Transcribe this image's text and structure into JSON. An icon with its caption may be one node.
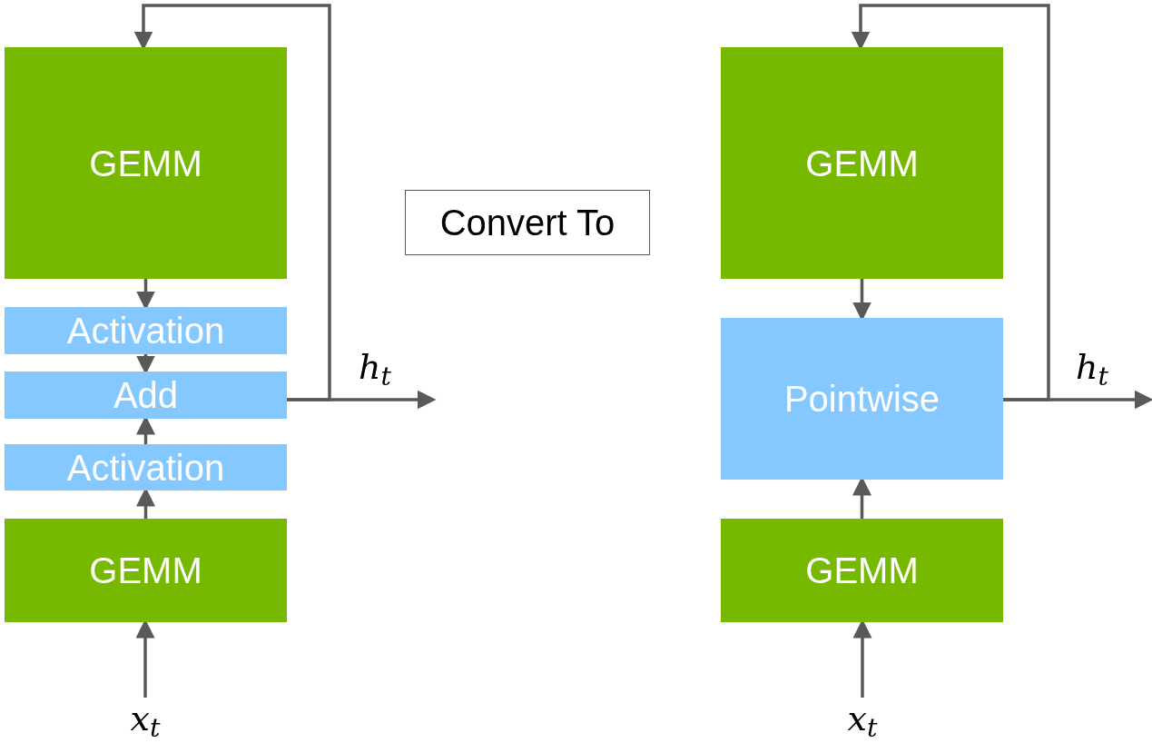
{
  "diagram": {
    "nodes": [
      {
        "text": [
          "GEMM"
        ]
      },
      {
        "text": [
          "Activation"
        ]
      },
      {
        "text": [
          "Add"
        ]
      },
      {
        "text": [
          "Activation"
        ]
      },
      {
        "text": [
          "GEMM"
        ]
      },
      {
        "text": [
          "x$_{t}$"
        ]
      },
      {
        "text": [
          "Convert To"
        ]
      },
      {
        "text": [
          "GEMM"
        ]
      },
      {
        "text": [
          "Pointwise"
        ]
      },
      {
        "text": [
          "GEMM"
        ]
      },
      {
        "text": [
          "x$_{t}$"
        ]
      }
    ],
    "edges": [
      {
        "from": 0,
        "to": 1,
        "arrow": "to"
      },
      {
        "from": 1,
        "to": 2,
        "arrow": "to"
      },
      {
        "from": 3,
        "to": 2,
        "arrow": "to"
      },
      {
        "from": 4,
        "to": 3,
        "arrow": "to"
      },
      {
        "from": 5,
        "to": 4,
        "arrow": "to"
      },
      {
        "from": 2,
        "to": null,
        "arrow": "to",
        "label": "h$_{t}$"
      },
      {
        "from": 2,
        "to": 0,
        "arrow": "to"
      },
      {
        "from": 7,
        "to": 8,
        "arrow": "to"
      },
      {
        "from": 9,
        "to": 8,
        "arrow": "to"
      },
      {
        "from": 10,
        "to": 9,
        "arrow": "to"
      },
      {
        "from": 8,
        "to": null,
        "arrow": "to",
        "label": "h$_{t}$"
      },
      {
        "from": 8,
        "to": 7,
        "arrow": "to"
      }
    ]
  }
}
